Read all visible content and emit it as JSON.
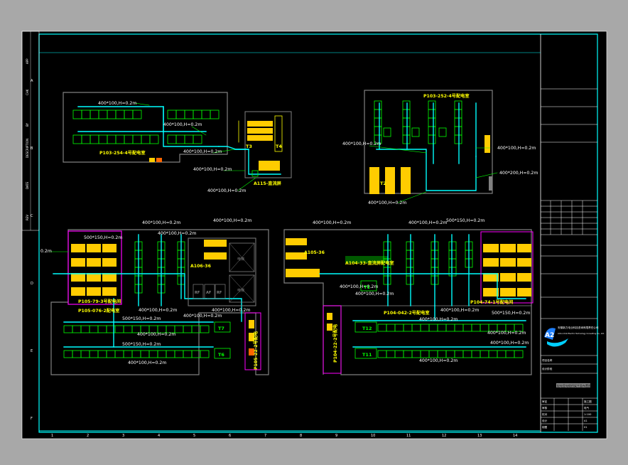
{
  "colors": {
    "sheet_bg": "#000000",
    "outer_bg": "#a8a8a8",
    "frame": "#00ffff",
    "wall": "#808080",
    "equipment": "#00ff00",
    "cable_tray": "#00ffff",
    "label": "#ffffff",
    "room_label": "#ffff00",
    "highlight": "#ff00ff",
    "rack": "#ffff00",
    "rack_inner": "#ff6600"
  },
  "labels": {
    "tray1": "400*100,H=0.2m",
    "tray2": "400*100,H=0.2m",
    "tray3": "400*100,H=0.2m",
    "tray4": "400*100,H=0.2m",
    "tray5": "400*100,H=0.2m",
    "tray6": "400*100,H=0.2m",
    "tray7": "400*100,H=0.2m",
    "tray8": "400*100,H=0.2m",
    "tray9": "400*200,H=0.2m",
    "tray10": "400*100,H=0.2m",
    "tray11": "400*100,H=0.2m",
    "tray12": "400*100,H=0.2m",
    "tray13": "500*150,H=0.2m",
    "tray14": "0.2m",
    "tray15": "400*100,H=0.2m",
    "tray16": "400*100,H=0.2m",
    "tray17": "500*150,H=0.2m",
    "tray18": "400*100,H=0.2m",
    "tray19": "500*150,H=0.2m",
    "tray20": "400*100,H=0.2m",
    "tray21": "400*100,H=0.2m",
    "tray22": "400*100,H=0.2m",
    "tray23": "400*100,H=0.2m",
    "tray24": "400*100,H=0.2m",
    "tray25": "500*150,H=0.2m",
    "tray26": "400*100,H=0.2m",
    "tray27": "400*100,H=0.2m",
    "tray28": "400*100,H=0.2m",
    "tray29": "500*150,H=0.2m",
    "tray30": "400*100,H=0.2m",
    "tray31": "400*100,H=0.2m",
    "tray32": "400*100,H=0.2m"
  },
  "rooms": {
    "r1": "P103-254-4号配电室",
    "r2": "P103-252-4号配电室",
    "r3": "A115-直流屏",
    "r4": "P105-79-3号配电间",
    "r5": "P105-076-2配电室",
    "r6": "A106-36",
    "r7": "A105-36",
    "r8": "A104-33-直流屏配电室",
    "r9": "P104-042-2号配电室",
    "r10": "P104-74-1号配电间",
    "r11": "P105-22-2号配电",
    "r12": "P104-22-2号配电"
  },
  "equipment_tags": {
    "t1": "T3",
    "t2": "T4",
    "t3": "T1",
    "t4": "T2",
    "t5": "T7",
    "t6": "T6",
    "t7": "T12",
    "t8": "T11",
    "t9": "RF",
    "t10": "AF",
    "t11": "RF"
  },
  "stair_tags": {
    "s1": "电梯",
    "s2": "电梯"
  },
  "title_block": {
    "company_line1": "安徽新力电业科技咨询有限责任公司",
    "company_line2": "Anhui Xinli Electric Technology Consulting Co., Ltd.",
    "logo": "A2",
    "row_a": "项目名称",
    "row_b": "设计阶段",
    "drawing_title": "配电室电缆桥架平面布置图",
    "rows": [
      "审定",
      "审核",
      "校对",
      "设计",
      "制图"
    ],
    "values": [
      "施工图",
      "电气",
      "1:100",
      "A1",
      "01"
    ]
  },
  "revision_strip": [
    "REV",
    "DATE",
    "DESCRIPTION",
    "BY",
    "CHK",
    "APP"
  ],
  "grid_marks": {
    "left": [
      "A",
      "B",
      "C",
      "D",
      "E",
      "F"
    ],
    "bottom": [
      "1",
      "2",
      "3",
      "4",
      "5",
      "6",
      "7",
      "8",
      "9",
      "10",
      "11",
      "12",
      "13",
      "14"
    ]
  }
}
